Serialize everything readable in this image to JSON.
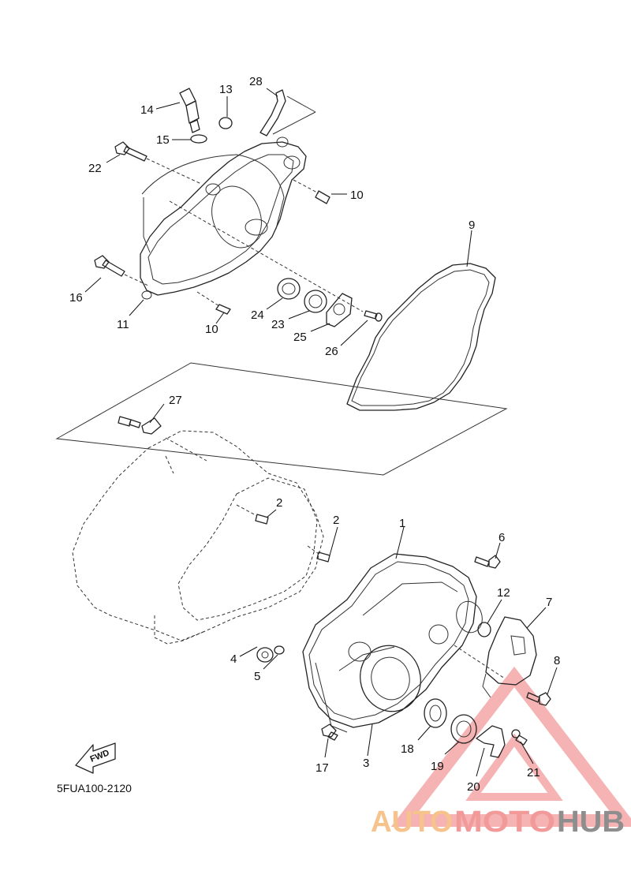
{
  "diagram": {
    "part_labels": [
      "1",
      "2",
      "2",
      "3",
      "4",
      "5",
      "6",
      "7",
      "8",
      "9",
      "10",
      "10",
      "11",
      "12",
      "13",
      "14",
      "15",
      "16",
      "17",
      "18",
      "19",
      "20",
      "21",
      "22",
      "23",
      "24",
      "25",
      "26",
      "27",
      "28"
    ],
    "code": "5FUA100-2120",
    "fwd_badge": "FWD"
  },
  "watermark": {
    "part1": "AUTO",
    "part2": "MOTO",
    "part3": "HUB",
    "colors": {
      "auto": "#f6c38d",
      "moto": "#f29a9a",
      "hub": "#8e8e8e",
      "triangle": "#f29a9a"
    }
  }
}
